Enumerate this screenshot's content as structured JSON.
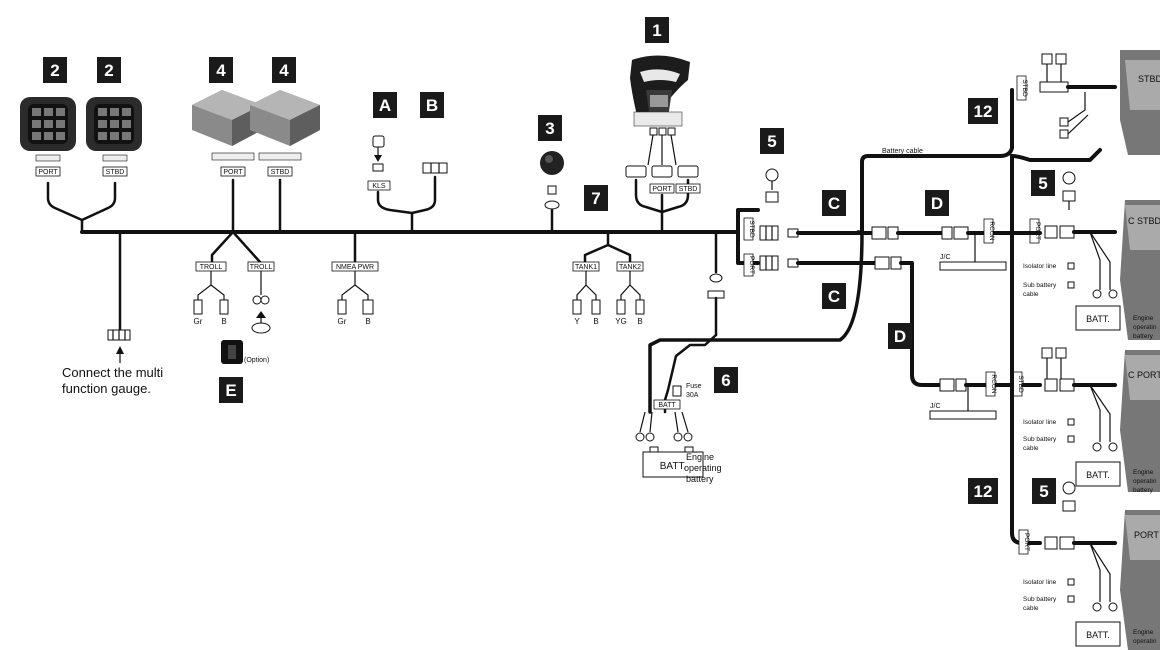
{
  "badges": {
    "n1": "1",
    "n2": "2",
    "n3": "3",
    "n4": "4",
    "n5": "5",
    "n6": "6",
    "n7": "7",
    "n12": "12",
    "A": "A",
    "B": "B",
    "C": "C",
    "D": "D",
    "E": "E"
  },
  "labels": {
    "port": "PORT",
    "stbd": "STBD",
    "kls": "KLS",
    "troll": "TROLL",
    "nmea_pwr": "NMEA PWR",
    "tank1": "TANK1",
    "tank2": "TANK2",
    "batt": "BATT",
    "rcon": "RCON",
    "jc": "J/C",
    "gr": "Gr",
    "b": "B",
    "y": "Y",
    "yg": "YG",
    "option": "(Option)",
    "fuse": "Fuse",
    "fuse_rating": "30A",
    "battery_cable": "Battery cable",
    "isolator_line": "Isolator line",
    "sub_battery_1": "Sub battery",
    "sub_battery_2": "cable",
    "batt_box": "BATT.",
    "eng_bat_1": "Engine",
    "eng_bat_2": "operating",
    "eng_bat_3": "battery",
    "eng_bat_small_1": "Engine",
    "eng_bat_small_2": "operatin",
    "eng_bat_small_3": "battery",
    "mf_note_1": "Connect the multi",
    "mf_note_2": "function gauge.",
    "engine_stbd": "STBD",
    "engine_c_stbd": "C STBD",
    "engine_c_port": "C PORT",
    "engine_port": "PORT"
  },
  "colors": {
    "wire": "#111111",
    "badge": "#1a1a1a",
    "badge_text": "#ffffff",
    "background": "#ffffff"
  }
}
